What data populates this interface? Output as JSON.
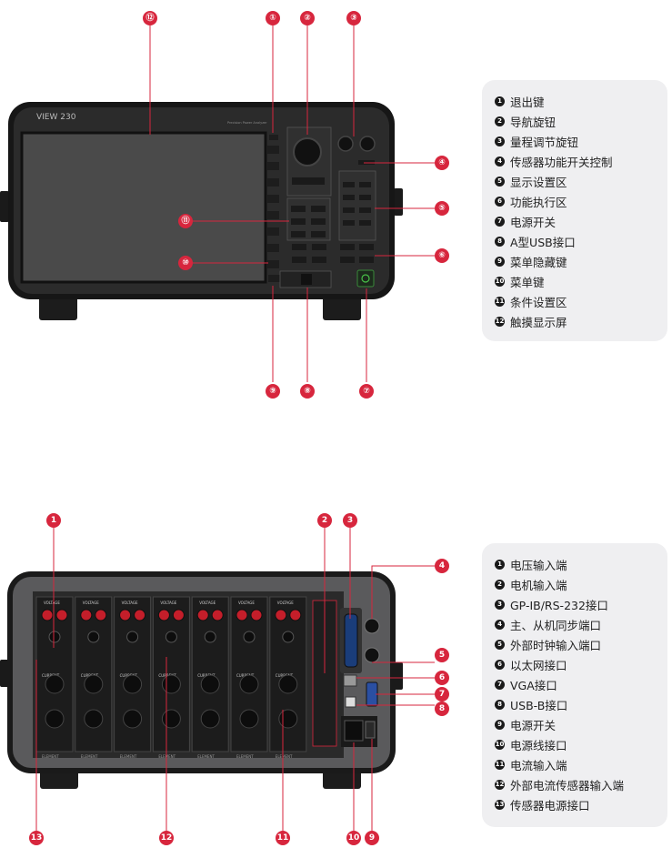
{
  "front": {
    "brand": "VIEW 230",
    "model_caption": "Precision Power Analyzer",
    "callouts": [
      "⑫",
      "①",
      "②",
      "③",
      "④",
      "⑤",
      "⑥",
      "⑦",
      "⑧",
      "⑨",
      "⑩",
      "⑪"
    ],
    "legend": [
      {
        "n": "1",
        "label": "退出键"
      },
      {
        "n": "2",
        "label": "导航旋钮"
      },
      {
        "n": "3",
        "label": "量程调节旋钮"
      },
      {
        "n": "4",
        "label": "传感器功能开关控制"
      },
      {
        "n": "5",
        "label": "显示设置区"
      },
      {
        "n": "6",
        "label": "功能执行区"
      },
      {
        "n": "7",
        "label": "电源开关"
      },
      {
        "n": "8",
        "label": "A型USB接口"
      },
      {
        "n": "9",
        "label": "菜单隐藏键"
      },
      {
        "n": "10",
        "label": "菜单键"
      },
      {
        "n": "11",
        "label": "条件设置区"
      },
      {
        "n": "12",
        "label": "触摸显示屏"
      }
    ]
  },
  "rear": {
    "module_label": "ELEMENT",
    "voltage_label": "VOLTAGE",
    "current_label": "CURRENT",
    "legend": [
      {
        "n": "1",
        "label": "电压输入端"
      },
      {
        "n": "2",
        "label": "电机输入端"
      },
      {
        "n": "3",
        "label": "GP-IB/RS-232接口"
      },
      {
        "n": "4",
        "label": "主、从机同步端口"
      },
      {
        "n": "5",
        "label": "外部时钟输入端口"
      },
      {
        "n": "6",
        "label": "以太网接口"
      },
      {
        "n": "7",
        "label": "VGA接口"
      },
      {
        "n": "8",
        "label": "USB-B接口"
      },
      {
        "n": "9",
        "label": "电源开关"
      },
      {
        "n": "10",
        "label": "电源线接口"
      },
      {
        "n": "11",
        "label": "电流输入端"
      },
      {
        "n": "12",
        "label": "外部电流传感器输入端"
      },
      {
        "n": "13",
        "label": "传感器电源接口"
      }
    ]
  }
}
